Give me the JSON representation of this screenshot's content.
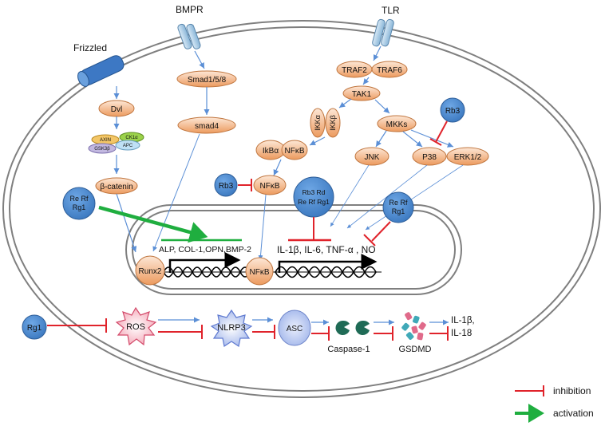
{
  "colors": {
    "membrane": "#7f7f7f",
    "node_orange_light": "#fde3cf",
    "node_orange_dark": "#e8945a",
    "node_blue": "#4f8fd2",
    "node_blue_stroke": "#2e5e99",
    "arrow_blue": "#5b8fd6",
    "inhibition": "#e0232b",
    "activation": "#1fae3f"
  },
  "receptors": {
    "frizzled": "Frizzled",
    "bmpr": "BMPR",
    "tlr": "TLR"
  },
  "wnt": {
    "dvl": "Dvl",
    "axin": "AXIN",
    "ck1a": "CK1α",
    "gsk3b": "GSK3β",
    "apc": "APC",
    "beta_catenin": "β-catenin"
  },
  "bmp": {
    "smad158": "Smad1/5/8",
    "smad4": "smad4"
  },
  "tlr": {
    "traf2": "TRAF2",
    "traf6": "TRAF6",
    "tak1": "TAK1",
    "ikka": "IKKα",
    "ikkb": "IKKβ",
    "ikba": "IkBα",
    "nfkb": "NFκB",
    "mkks": "MKKs",
    "jnk": "JNK",
    "p38": "P38",
    "erk": "ERK1/2"
  },
  "modulators": {
    "rb3_top": "Rb3",
    "rb3_left": "Rb3",
    "rerf_rg1_left_1": "Re Rf",
    "rerf_rg1_left_2": "Rg1",
    "center_1": "Rb3 Rd",
    "center_2": "Re Rf Rg1",
    "rerf_rg1_right_1": "Re Rf",
    "rerf_rg1_right_2": "Rg1",
    "rg1_bottom": "Rg1"
  },
  "nucleus": {
    "nfkb_cyto": "NFκB",
    "runx2": "Runx2",
    "nfkb_nuc": "NFκB",
    "osteo_genes": "ALP, COL-1,OPN,BMP-2",
    "inflam_genes": "IL-1β, IL-6, TNF-α , NO"
  },
  "inflammasome": {
    "ros": "ROS",
    "nlrp3": "NLRP3",
    "asc": "ASC",
    "caspase1": "Caspase-1",
    "gsdmd": "GSDMD",
    "cytokine_1": "IL-1β,",
    "cytokine_2": "IL-18"
  },
  "legend": {
    "inhibition": "inhibition",
    "activation": "activation"
  }
}
